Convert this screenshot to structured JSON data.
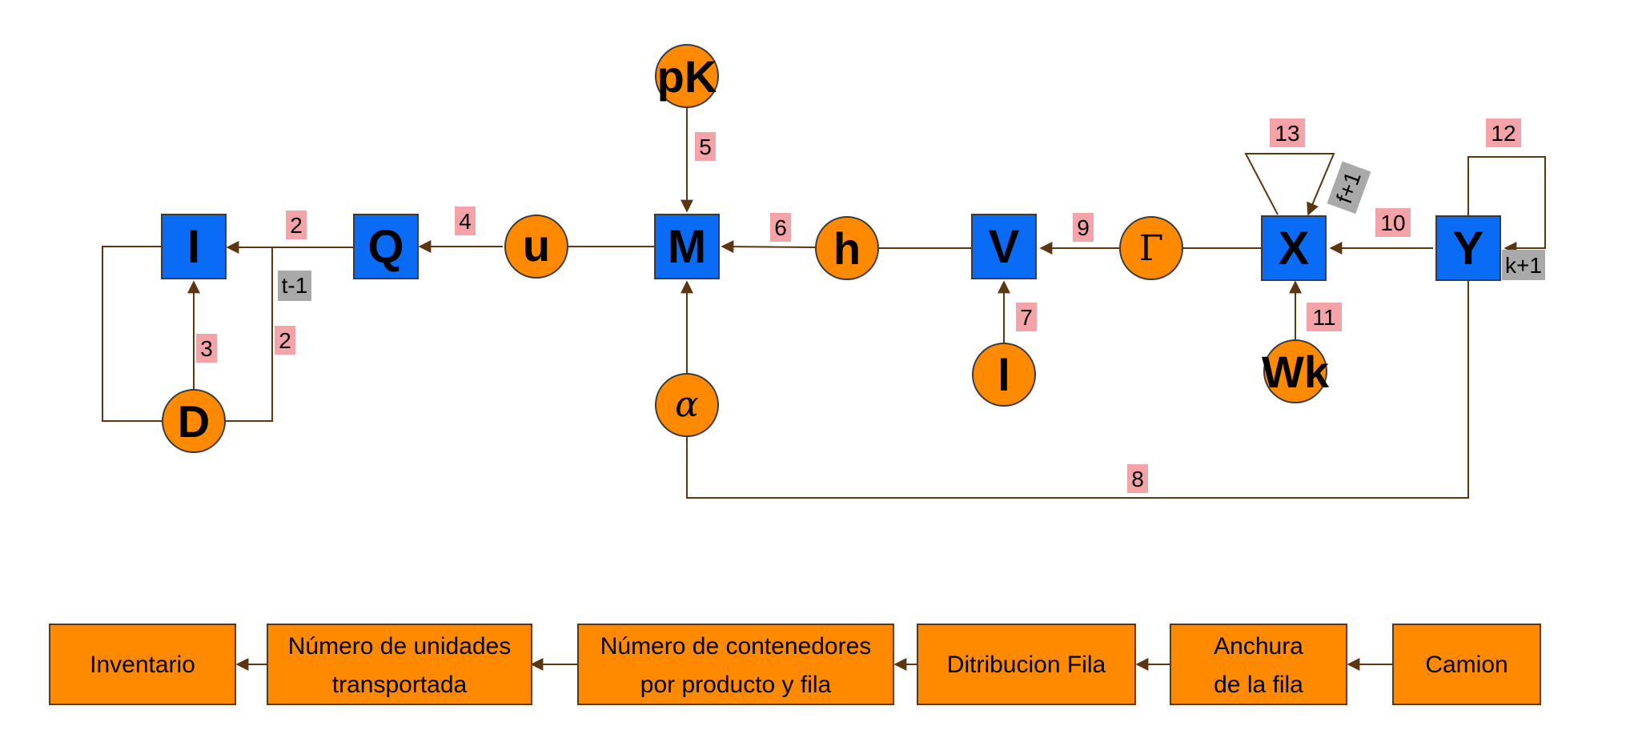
{
  "nodes": {
    "I": "I",
    "Q": "Q",
    "u": "u",
    "M": "M",
    "pK": "pK",
    "h": "h",
    "V": "V",
    "Gamma": "Γ",
    "X": "X",
    "Y": "Y",
    "D": "D",
    "alpha": "α",
    "l": "l",
    "Wk": "Wk"
  },
  "edge_labels": {
    "e2a": "2",
    "e2b": "2",
    "e3": "3",
    "e4": "4",
    "e5": "5",
    "e6": "6",
    "e7": "7",
    "e8": "8",
    "e9": "9",
    "e10": "10",
    "e11": "11",
    "e12": "12",
    "e13": "13"
  },
  "lag_labels": {
    "t": "t-1",
    "k": "k+1",
    "f": "f+1"
  },
  "flow": [
    [
      "Inventario"
    ],
    [
      "Número de unidades",
      "transportada"
    ],
    [
      "Número de contenedores",
      "por producto y fila"
    ],
    [
      "Ditribucion Fila"
    ],
    [
      "Anchura",
      "de la fila"
    ],
    [
      "Camion"
    ]
  ],
  "colors": {
    "square": "#0A6BF5",
    "circle": "#FF8A00",
    "edge": "#5C3610",
    "edge_label_bg": "#F4A4A8",
    "lag_label_bg": "#A9A9A9",
    "flow_box": "#FF8A00"
  }
}
